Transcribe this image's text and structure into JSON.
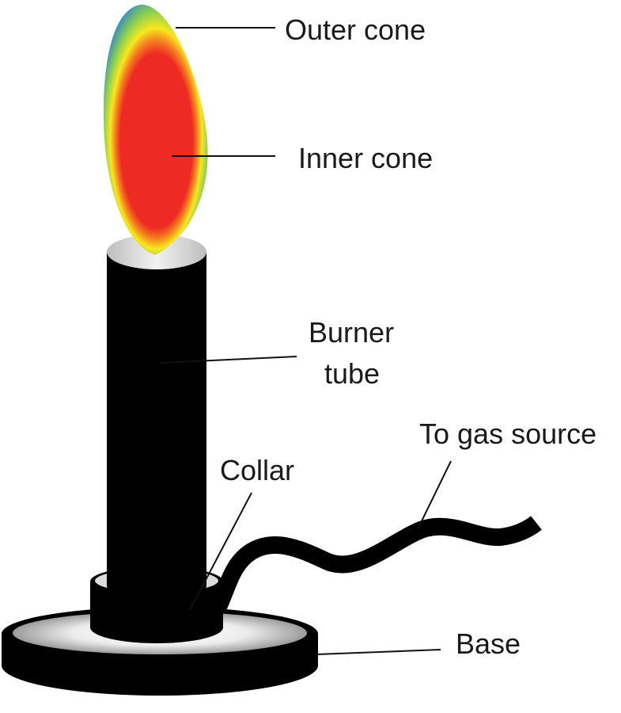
{
  "labels": {
    "outer_cone": "Outer cone",
    "inner_cone": "Inner cone",
    "burner_tube_line1": "Burner",
    "burner_tube_line2": "tube",
    "to_gas_source": "To gas source",
    "collar": "Collar",
    "base": "Base"
  },
  "colors": {
    "body": "#000000",
    "metal_top": "#d9d9d9",
    "flame_outer": "#2e86c8",
    "flame_mid": "#8fd14f",
    "flame_yellow": "#f7e81e",
    "flame_inner": "#ee2a24"
  }
}
